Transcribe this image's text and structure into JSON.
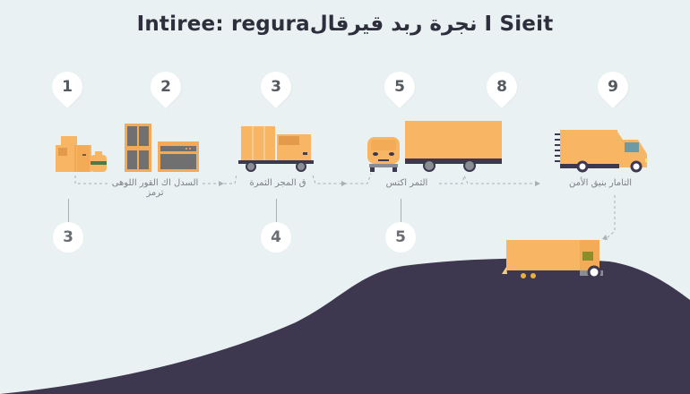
{
  "title": "Intiree: reguraنجرة ربد قيرقال I Sieit",
  "colors": {
    "background": "#e9f1f2",
    "box_orange": "#f8b563",
    "box_dark_orange": "#e39a4a",
    "navy": "#3d3750",
    "wheel_gray": "#8a8d94",
    "pin_white": "#ffffff",
    "text_dark": "#2e2f3d",
    "text_gray": "#7b8186",
    "dashed_line": "#a9b0b4"
  },
  "top_markers": [
    {
      "number": "1",
      "icon": "boxes-and-cylinder-icon"
    },
    {
      "number": "2",
      "icon": "cabinet-and-oven-icon"
    },
    {
      "number": "3",
      "icon": "flatbed-cart-with-boxes-icon"
    },
    {
      "number": "5",
      "icon": "van-front-icon"
    },
    {
      "number": "8",
      "icon": "cargo-trailer-icon"
    },
    {
      "number": "9",
      "icon": "delivery-truck-icon"
    }
  ],
  "labels": [
    {
      "line1": "السدل اك القور اللوهى",
      "line2": "ترمز"
    },
    {
      "line1": "ق المجر الثمرة"
    },
    {
      "line1": "الثمر اكتس"
    },
    {
      "line1": "التامار بنيق الأمن"
    }
  ],
  "bottom_markers": [
    {
      "number": "3"
    },
    {
      "number": "4"
    },
    {
      "number": "5"
    }
  ],
  "hill_truck": {
    "icon": "delivery-truck-on-hill-icon"
  }
}
